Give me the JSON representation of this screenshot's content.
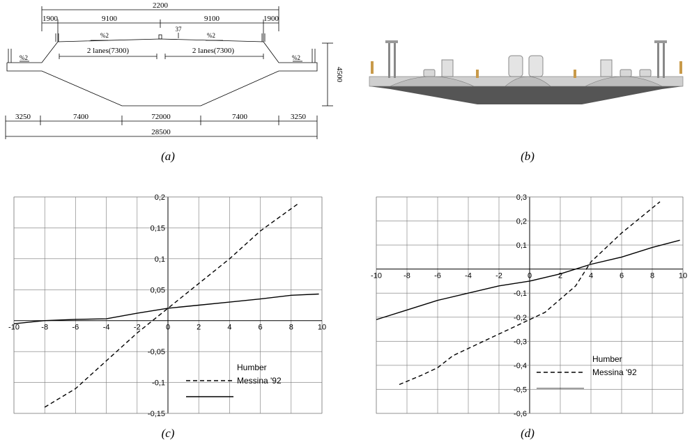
{
  "panel_a": {
    "dims_top": [
      "2200",
      "1900",
      "9100",
      "9100",
      "1900"
    ],
    "slopes": [
      "%2",
      "%2",
      "%2",
      "%2"
    ],
    "marker": "37",
    "lanes": [
      "2 lanes(7300)",
      "2 lanes(7300)"
    ],
    "height": "4500",
    "dims_bottom": [
      "3250",
      "7400",
      "72000",
      "7400",
      "3250"
    ],
    "total": "28500",
    "caption": "(a)"
  },
  "panel_b": {
    "caption": "(b)"
  },
  "chart_data": [
    {
      "type": "line",
      "caption": "(c)",
      "xlim": [
        -10,
        10
      ],
      "ylim": [
        -0.15,
        0.2
      ],
      "x_ticks": [
        "-10",
        "-8",
        "-6",
        "-4",
        "-2",
        "0",
        "2",
        "4",
        "6",
        "8",
        "10"
      ],
      "y_ticks": [
        "0,2",
        "0,15",
        "0,1",
        "0,05",
        "-0,05",
        "-0,1",
        "-0,15"
      ],
      "legend": [
        "Humber",
        "Messina '92"
      ],
      "series": [
        {
          "style": "dashed",
          "x": [
            -8,
            -6,
            -4,
            -2,
            0,
            2,
            4,
            6,
            8.5
          ],
          "y": [
            -0.14,
            -0.11,
            -0.065,
            -0.02,
            0.02,
            0.06,
            0.1,
            0.145,
            0.19
          ]
        },
        {
          "style": "solid",
          "x": [
            -10,
            -8,
            -6,
            -4,
            -2,
            0,
            2,
            4,
            6,
            8,
            9.8
          ],
          "y": [
            -0.005,
            0.0,
            0.002,
            0.003,
            0.012,
            0.02,
            0.025,
            0.03,
            0.035,
            0.041,
            0.043
          ]
        }
      ]
    },
    {
      "type": "line",
      "caption": "(d)",
      "xlim": [
        -10,
        10
      ],
      "ylim": [
        -0.6,
        0.3
      ],
      "x_ticks": [
        "-10",
        "-8",
        "-6",
        "-4",
        "-2",
        "0",
        "2",
        "4",
        "6",
        "8",
        "10"
      ],
      "y_ticks": [
        "0,3",
        "0,2",
        "0,1",
        "-0,1",
        "-0,2",
        "-0,3",
        "-0,4",
        "-0,5",
        "-0,6"
      ],
      "legend": [
        "Humber",
        "Messina '92"
      ],
      "series": [
        {
          "style": "dashed",
          "x": [
            -8.5,
            -7,
            -6,
            -5,
            -3,
            -1,
            1,
            3,
            4,
            6,
            8.5
          ],
          "y": [
            -0.48,
            -0.44,
            -0.41,
            -0.36,
            -0.3,
            -0.24,
            -0.18,
            -0.07,
            0.03,
            0.15,
            0.28
          ]
        },
        {
          "style": "solid",
          "x": [
            -10,
            -8,
            -6,
            -4,
            -2,
            0,
            2,
            4,
            6,
            8,
            9.8
          ],
          "y": [
            -0.21,
            -0.17,
            -0.13,
            -0.1,
            -0.07,
            -0.05,
            -0.02,
            0.02,
            0.05,
            0.09,
            0.12
          ]
        }
      ]
    }
  ]
}
